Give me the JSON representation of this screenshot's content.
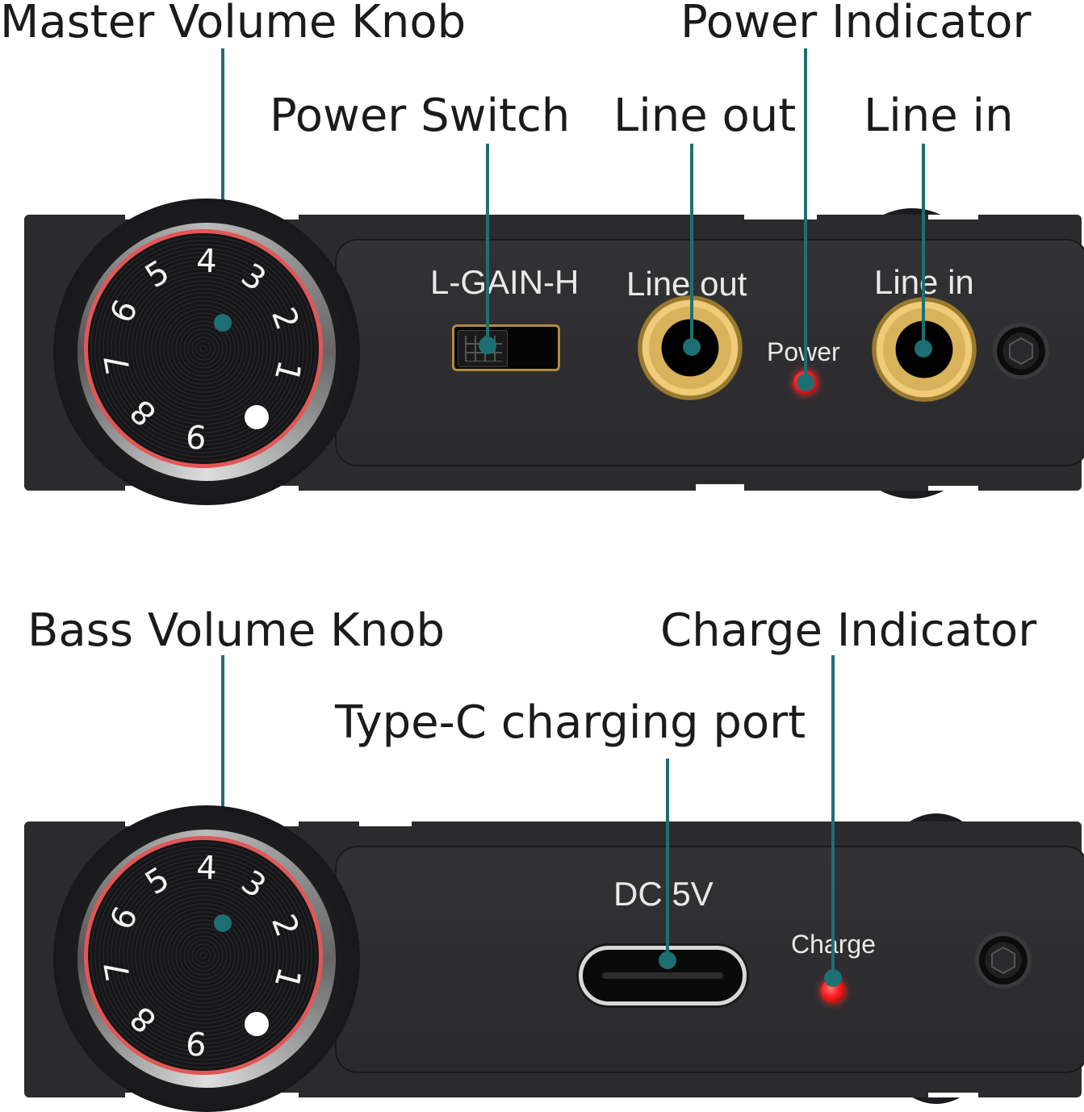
{
  "callouts": {
    "master_volume_knob": "Master Volume Knob",
    "power_indicator": "Power Indicator",
    "power_switch": "Power Switch",
    "line_out": "Line out",
    "line_in": "Line in",
    "bass_volume_knob": "Bass Volume Knob",
    "charge_indicator": "Charge Indicator",
    "type_c_port": "Type-C charging port"
  },
  "front_panel": {
    "gain_label": "L-GAIN-H",
    "line_out_label": "Line out",
    "line_in_label": "Line in",
    "power_label": "Power",
    "knob_numbers": [
      "1",
      "2",
      "3",
      "4",
      "5",
      "6",
      "7",
      "8",
      "9"
    ]
  },
  "back_panel": {
    "dc_label": "DC 5V",
    "charge_label": "Charge",
    "knob_numbers": [
      "1",
      "2",
      "3",
      "4",
      "5",
      "6",
      "7",
      "8",
      "9"
    ]
  },
  "colors": {
    "device_body": "#2b2b2d",
    "leader_line": "#1e6f74",
    "knob_ring": "#e25757",
    "jack_gold": "#e0bc62",
    "led_red": "#ff1f1f"
  }
}
